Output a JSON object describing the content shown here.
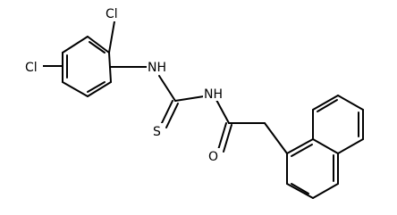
{
  "molecule": {
    "atoms": {
      "cl_top": "Cl",
      "cl_left": "Cl",
      "nh_amine": "NH",
      "nh_imide": "NH",
      "sulfur": "S",
      "oxygen": "O"
    },
    "colors": {
      "bond": "#000000",
      "label": "#000000",
      "background": "#ffffff"
    }
  }
}
